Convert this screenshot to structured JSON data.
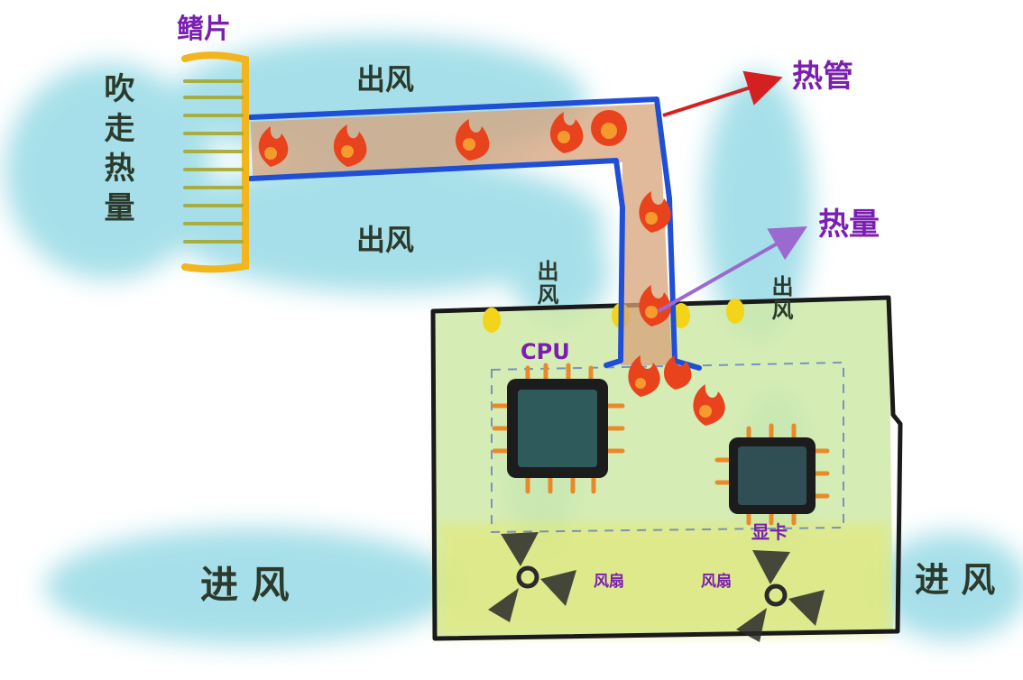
{
  "labels": {
    "fins": "鳍片",
    "blow_away_heat": "吹走热量",
    "outflow_top": "出风",
    "outflow_bottom": "出风",
    "outflow_left": "出风",
    "outflow_right": "出风",
    "heat_pipe": "热管",
    "heat": "热量",
    "cpu": "CPU",
    "gpu": "显卡",
    "fan_left": "风扇",
    "fan_right": "风扇",
    "inflow_left": "进 风",
    "inflow_right": "进 风"
  },
  "colors": {
    "air": "#5fc6d8",
    "pipe_outline": "#1f4fd6",
    "fins": "#f2b51c",
    "heat_arrow": "#d42020",
    "heat_arrow_2": "#9a6ad0",
    "board_outline": "#1a1a1a",
    "board_fill": "#cfe9a8",
    "label_purple": "#7a1fb0"
  }
}
